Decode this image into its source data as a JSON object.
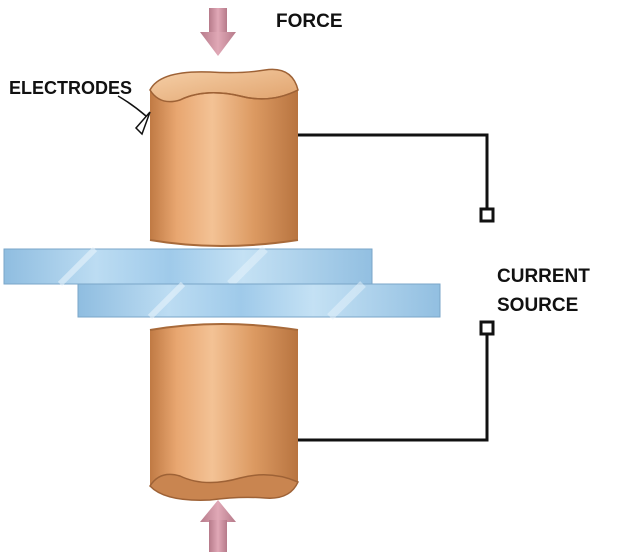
{
  "labels": {
    "force": "FORCE",
    "electrodes": "ELECTRODES",
    "current_source_line1": "CURRENT",
    "current_source_line2": "SOURCE"
  },
  "components": {
    "arrows": [
      "force-arrow-top",
      "force-arrow-bottom"
    ],
    "electrodes": [
      "upper-electrode",
      "lower-electrode"
    ],
    "sheets": [
      "upper-metal-sheet",
      "lower-metal-sheet"
    ],
    "circuit": [
      "wire-upper",
      "wire-lower",
      "terminal-upper",
      "terminal-lower"
    ]
  },
  "colors": {
    "copper_light": "#f0bf8f",
    "copper_mid": "#d9955c",
    "copper_dark": "#b87440",
    "sheet_blue": "#a9cde8",
    "sheet_highlight": "#e3f1fb",
    "arrow_pink": "#c98a9a",
    "wire": "#111111"
  }
}
